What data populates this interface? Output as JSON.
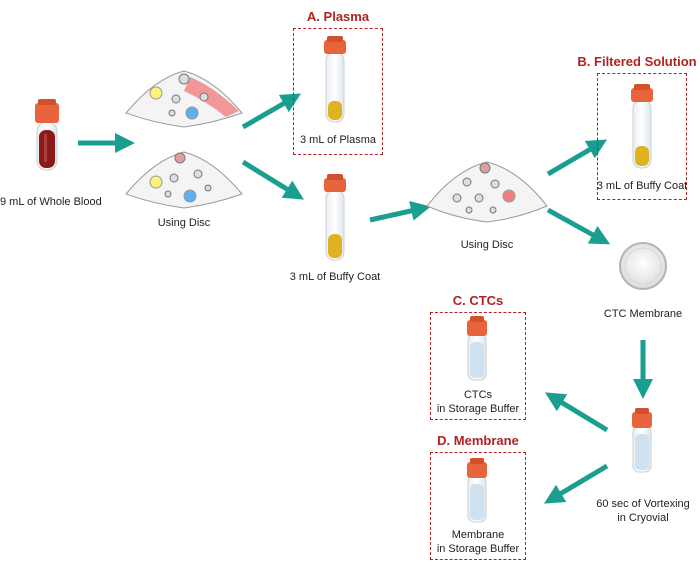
{
  "labels": {
    "whole_blood": "9 mL of Whole Blood",
    "using_disc_1": "Using Disc",
    "plasma": "3 mL of Plasma",
    "buffy_coat_1": "3 mL of Buffy Coat",
    "using_disc_2": "Using Disc",
    "buffy_coat_2": "3 mL of Buffy Coat",
    "ctc_membrane": "CTC Membrane",
    "ctcs_line1": "CTCs",
    "ctcs_line2": "in Storage Buffer",
    "membrane_line1": "Membrane",
    "membrane_line2": "in Storage Buffer",
    "vortex_line1": "60 sec of Vortexing",
    "vortex_line2": "in Cryovial"
  },
  "titles": {
    "a": "A. Plasma",
    "b": "B. Filtered Solution",
    "c": "C. CTCs",
    "d": "D. Membrane"
  },
  "colors": {
    "arrow": "#1a9e8f",
    "title_red": "#b22222",
    "cap_orange": "#e8643c",
    "blood": "#8b1a1a",
    "plasma_yellow": "#e1b21f",
    "storage_blue": "#cfe1ef"
  }
}
